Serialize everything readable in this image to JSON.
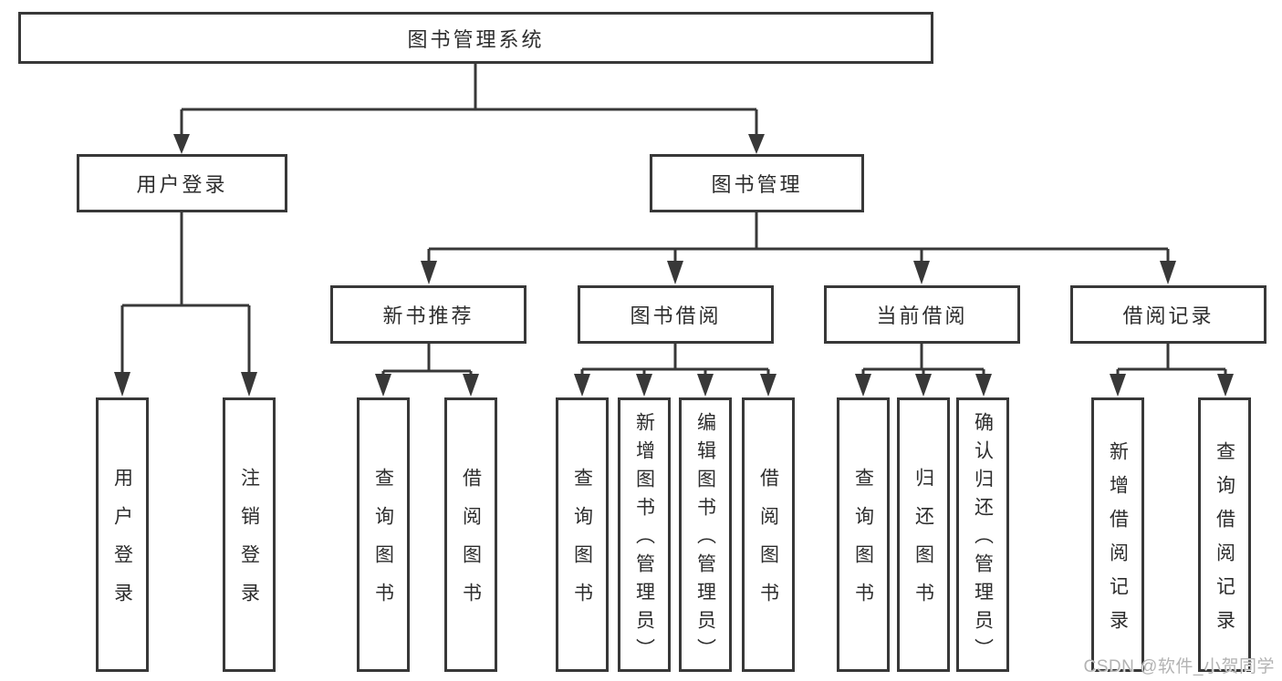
{
  "diagram_title": "图书管理系统",
  "tree": {
    "label": "图书管理系统",
    "children": [
      {
        "label": "用户登录",
        "children": [
          {
            "label": "用户登录"
          },
          {
            "label": "注销登录"
          }
        ]
      },
      {
        "label": "图书管理",
        "children": [
          {
            "label": "新书推荐",
            "children": [
              {
                "label": "查询图书"
              },
              {
                "label": "借阅图书"
              }
            ]
          },
          {
            "label": "图书借阅",
            "children": [
              {
                "label": "查询图书"
              },
              {
                "label": "新增图书（管理员）"
              },
              {
                "label": "编辑图书（管理员）"
              },
              {
                "label": "借阅图书"
              }
            ]
          },
          {
            "label": "当前借阅",
            "children": [
              {
                "label": "查询图书"
              },
              {
                "label": "归还图书"
              },
              {
                "label": "确认归还（管理员）"
              }
            ]
          },
          {
            "label": "借阅记录",
            "children": [
              {
                "label": "新增借阅记录"
              },
              {
                "label": "查询借阅记录"
              }
            ]
          }
        ]
      }
    ]
  },
  "watermark": {
    "text": "CSDN @软件_小贺同学"
  },
  "colors": {
    "line": "#383838",
    "ink": "#2d2d2d",
    "background": "#ffffff",
    "watermark": "#b3b3b3"
  }
}
